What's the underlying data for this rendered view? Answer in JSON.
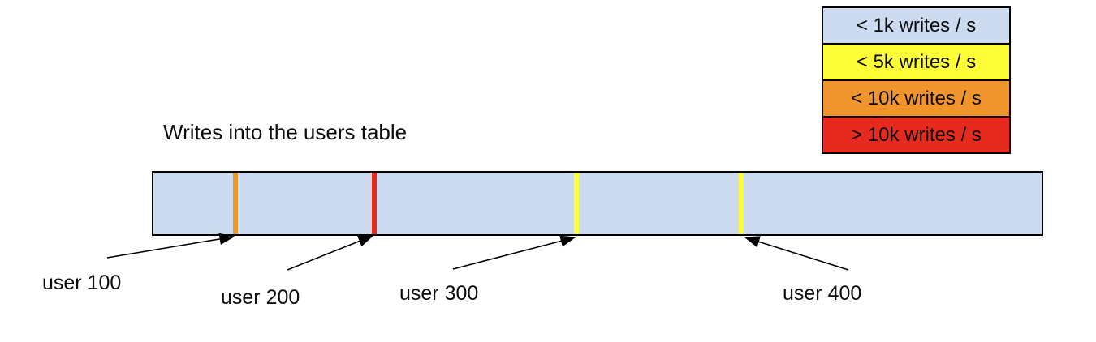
{
  "diagram": {
    "title": "Writes into the users table",
    "legend": {
      "items": [
        {
          "label": "< 1k writes / s",
          "color": "#ccdbf0"
        },
        {
          "label": "< 5k writes / s",
          "color": "#ffff38"
        },
        {
          "label": "< 10k writes / s",
          "color": "#f0952b"
        },
        {
          "label": "> 10k writes / s",
          "color": "#e62b1e"
        }
      ]
    },
    "bar": {
      "fill": "#ccdbf0",
      "markers": [
        {
          "label": "user 100",
          "color": "#f0952b"
        },
        {
          "label": "user 200",
          "color": "#e62b1e"
        },
        {
          "label": "user 300",
          "color": "#ffff38"
        },
        {
          "label": "user 400",
          "color": "#ffff38"
        }
      ]
    }
  }
}
